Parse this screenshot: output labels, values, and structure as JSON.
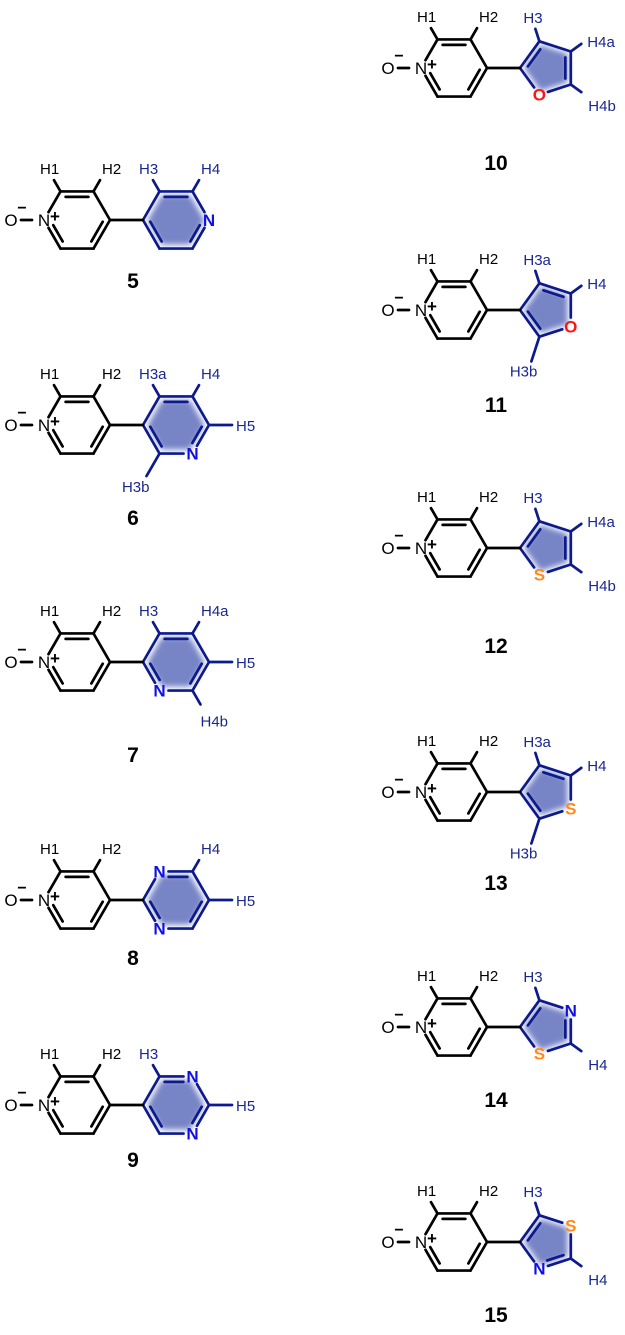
{
  "pyridine_n_oxide": {
    "oxygen": "O",
    "oxygen_charge": "−",
    "nitrogen": "N",
    "nitrogen_charge": "+",
    "h_labels": [
      "H1",
      "H2"
    ]
  },
  "compounds": [
    {
      "number": "5",
      "atoms": [
        "N"
      ],
      "h_labels": [
        "H3",
        "H4"
      ]
    },
    {
      "number": "6",
      "atoms": [
        "N"
      ],
      "h_labels": [
        "H3a",
        "H4",
        "H5",
        "H3b"
      ]
    },
    {
      "number": "7",
      "atoms": [
        "N"
      ],
      "h_labels": [
        "H3",
        "H4a",
        "H5",
        "H4b"
      ]
    },
    {
      "number": "8",
      "atoms": [
        "N",
        "N"
      ],
      "h_labels": [
        "H4",
        "H5"
      ]
    },
    {
      "number": "9",
      "atoms": [
        "N",
        "N"
      ],
      "h_labels": [
        "H3",
        "H5"
      ]
    },
    {
      "number": "10",
      "atoms": [
        "O"
      ],
      "h_labels": [
        "H3",
        "H4a",
        "H4b"
      ]
    },
    {
      "number": "11",
      "atoms": [
        "O"
      ],
      "h_labels": [
        "H3a",
        "H4",
        "H3b"
      ]
    },
    {
      "number": "12",
      "atoms": [
        "S"
      ],
      "h_labels": [
        "H3",
        "H4a",
        "H4b"
      ]
    },
    {
      "number": "13",
      "atoms": [
        "S"
      ],
      "h_labels": [
        "H3a",
        "H4",
        "H3b"
      ]
    },
    {
      "number": "14",
      "atoms": [
        "N",
        "S"
      ],
      "h_labels": [
        "H3",
        "H4"
      ]
    },
    {
      "number": "15",
      "atoms": [
        "S",
        "N"
      ],
      "h_labels": [
        "H3",
        "H4"
      ]
    }
  ],
  "colors": {
    "core_bond": "#000000",
    "ring_bond": "#0d1a8c",
    "h_label_ring": "#1a2790",
    "shade": "#7784c6",
    "N": "#1010e6",
    "O": "#ff1414",
    "S": "#ff8a1a"
  }
}
